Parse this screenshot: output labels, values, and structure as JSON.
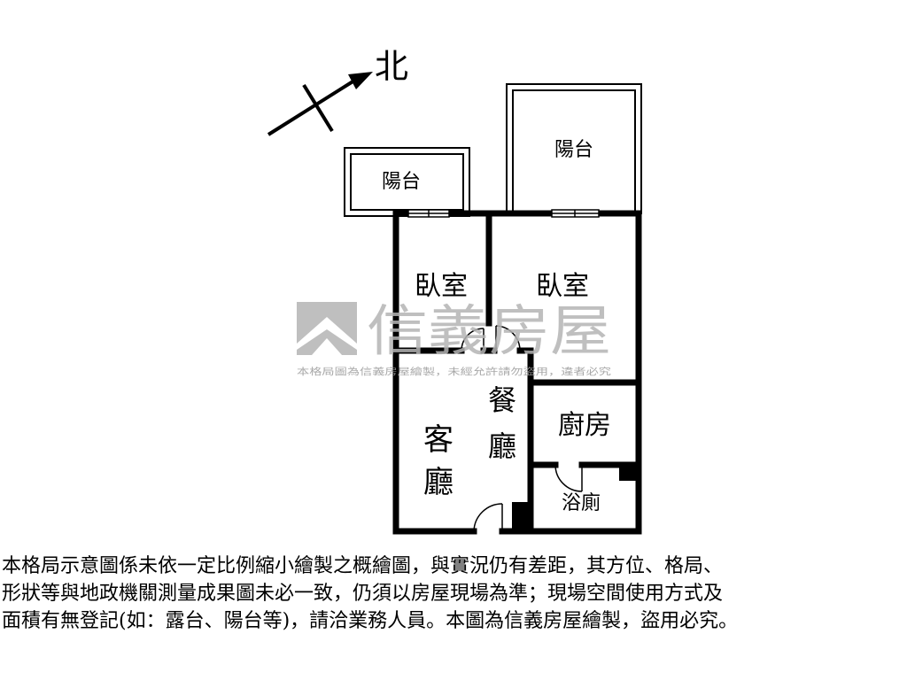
{
  "compass": {
    "label": "北"
  },
  "rooms": {
    "balcony_left": "陽台",
    "balcony_right": "陽台",
    "bedroom_left": "臥室",
    "bedroom_right": "臥室",
    "dining_line1": "餐",
    "dining_line2": "廳",
    "living_line1": "客",
    "living_line2": "廳",
    "kitchen": "廚房",
    "bathroom": "浴廁"
  },
  "watermark": {
    "brand": "信義房屋",
    "notice": "本格局圖為信義房屋繪製，未經允許請勿盜用，違者必究"
  },
  "disclaimer": {
    "line1": "本格局示意圖係未依一定比例縮小繪製之概繪圖，與實況仍有差距，其方位、格局、",
    "line2": "形狀等與地政機關測量成果圖未必一致，仍須以房屋現場為準；現場空間使用方式及",
    "line3": "面積有無登記(如：露台、陽台等)，請洽業務人員。本圖為信義房屋繪製，盜用必究。"
  },
  "colors": {
    "wall": "#000000",
    "watermark": "#b4b4b4",
    "background": "#ffffff"
  }
}
